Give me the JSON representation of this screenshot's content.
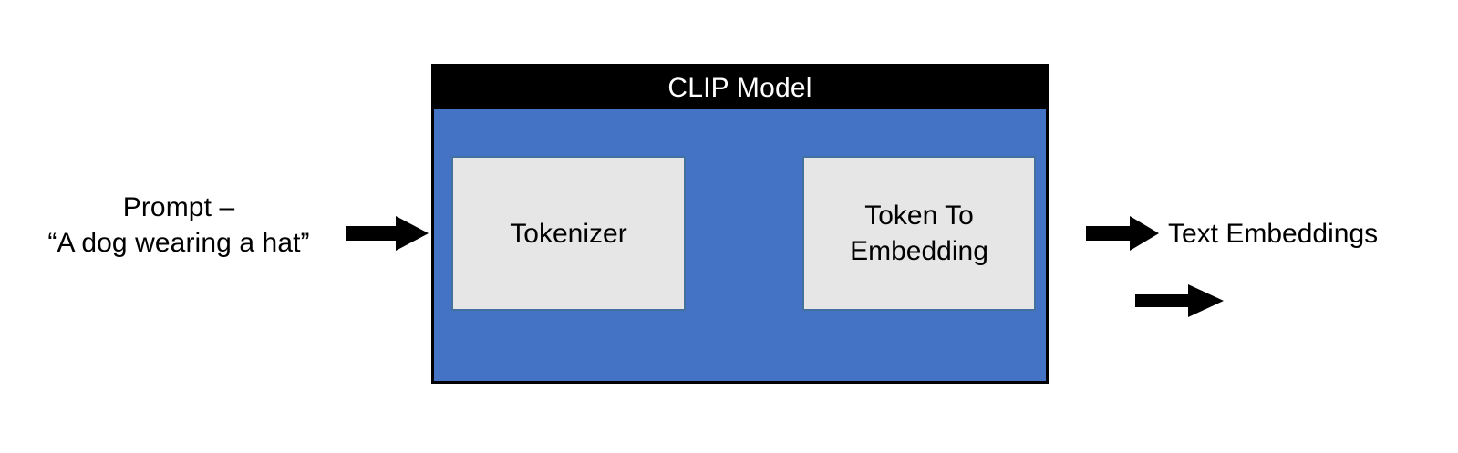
{
  "diagram": {
    "title": "CLIP Model text encoding pipeline",
    "colors": {
      "container_fill": "#4472C4",
      "container_border": "#000000",
      "header_fill": "#000000",
      "header_text": "#FFFFFF",
      "box_fill": "#E7E6E6",
      "box_border": "#41719C",
      "arrow_fill": "#000000",
      "background": "#FFFFFF",
      "text": "#000000"
    },
    "input": {
      "name": "prompt",
      "line1": "Prompt –",
      "line2": "“A dog wearing a hat”"
    },
    "container": {
      "name": "clip-model",
      "header_label": "CLIP Model"
    },
    "nodes": [
      {
        "id": "tokenizer",
        "line1": "Tokenizer",
        "line2": ""
      },
      {
        "id": "token-to-embedding",
        "line1": "Token To",
        "line2": "Embedding"
      }
    ],
    "output": {
      "name": "text-embeddings",
      "label": "Text Embeddings"
    },
    "arrows": [
      {
        "id": "arrow-input",
        "from": "prompt",
        "to": "clip-model",
        "direction": "right"
      },
      {
        "id": "arrow-middle",
        "from": "tokenizer",
        "to": "token-to-embedding",
        "direction": "right"
      },
      {
        "id": "arrow-output",
        "from": "clip-model",
        "to": "text-embeddings",
        "direction": "right"
      }
    ]
  }
}
